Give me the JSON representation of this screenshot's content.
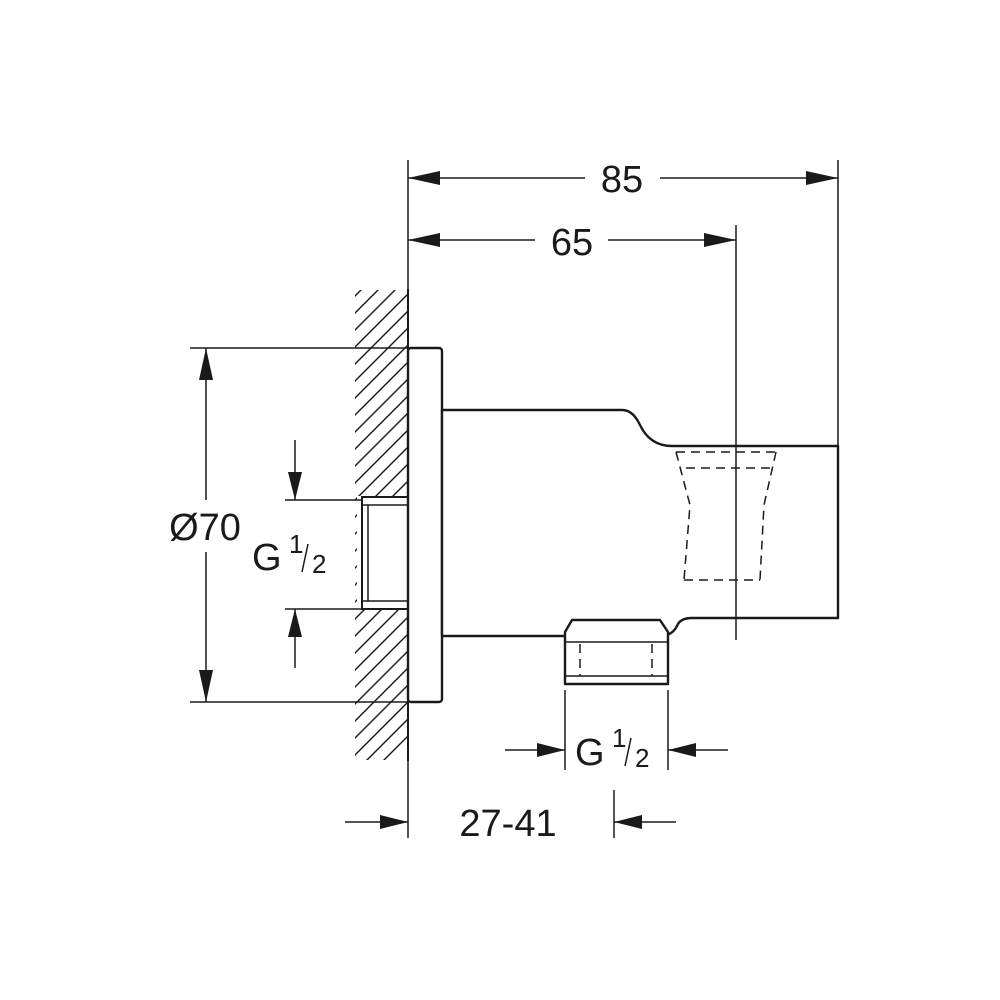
{
  "dimensions": {
    "overall_length": "85",
    "outlet_center": "65",
    "diameter": "Ø70",
    "inlet_thread_g": "G",
    "inlet_thread_num": "1",
    "inlet_thread_den": "2",
    "outlet_thread_g": "G",
    "outlet_thread_num": "1",
    "outlet_thread_den": "2",
    "wall_range": "27-41"
  },
  "colors": {
    "line": "#1a1a1a",
    "background": "#ffffff"
  }
}
